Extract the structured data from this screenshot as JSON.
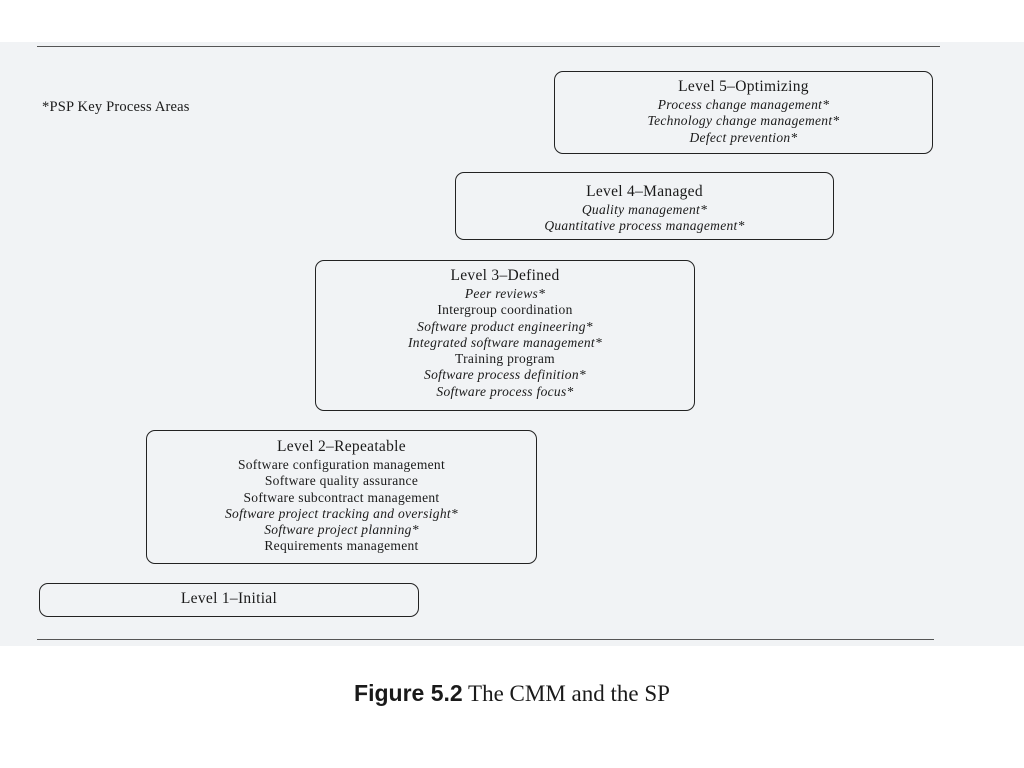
{
  "note": "*PSP Key Process Areas",
  "levels": [
    {
      "title": "Level 5–Optimizing",
      "items": [
        {
          "text": "Process change management*",
          "italic": true
        },
        {
          "text": "Technology change management*",
          "italic": true
        },
        {
          "text": "Defect prevention*",
          "italic": true
        }
      ]
    },
    {
      "title": "Level 4–Managed",
      "items": [
        {
          "text": "Quality management*",
          "italic": true
        },
        {
          "text": "Quantitative process management*",
          "italic": true
        }
      ]
    },
    {
      "title": "Level 3–Defined",
      "items": [
        {
          "text": "Peer reviews*",
          "italic": true
        },
        {
          "text": "Intergroup coordination",
          "italic": false
        },
        {
          "text": "Software product engineering*",
          "italic": true
        },
        {
          "text": "Integrated software management*",
          "italic": true
        },
        {
          "text": "Training program",
          "italic": false
        },
        {
          "text": "Software process definition*",
          "italic": true
        },
        {
          "text": "Software process focus*",
          "italic": true
        }
      ]
    },
    {
      "title": "Level 2–Repeatable",
      "items": [
        {
          "text": "Software configuration management",
          "italic": false
        },
        {
          "text": "Software quality assurance",
          "italic": false
        },
        {
          "text": "Software subcontract management",
          "italic": false
        },
        {
          "text": "Software project tracking and oversight*",
          "italic": true
        },
        {
          "text": "Software project planning*",
          "italic": true
        },
        {
          "text": "Requirements management",
          "italic": false
        }
      ]
    },
    {
      "title": "Level 1–Initial",
      "items": []
    }
  ],
  "caption": {
    "label": "Figure 5.2",
    "text": "The CMM and the SP"
  }
}
